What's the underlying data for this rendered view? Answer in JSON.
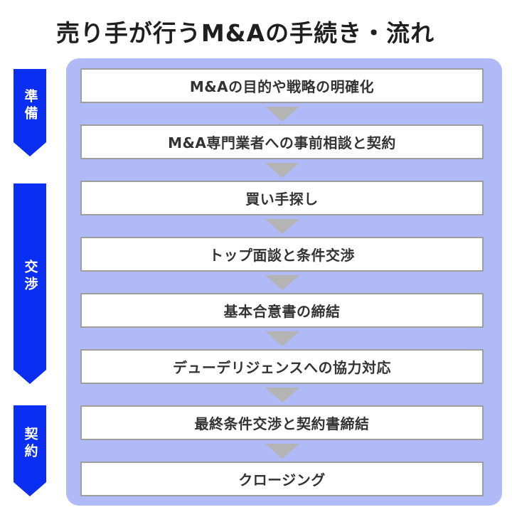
{
  "title": "売り手が行うM&Aの手続き・流れ",
  "phases": [
    {
      "label": "準備"
    },
    {
      "label": "交渉"
    },
    {
      "label": "契約"
    }
  ],
  "steps": [
    {
      "label": "M&Aの目的や戦略の明確化"
    },
    {
      "label": "M&A専門業者への事前相談と契約"
    },
    {
      "label": "買い手探し"
    },
    {
      "label": "トップ面談と条件交渉"
    },
    {
      "label": "基本合意書の締結"
    },
    {
      "label": "デューデリジェンスへの協力対応"
    },
    {
      "label": "最終条件交渉と契約書締結"
    },
    {
      "label": "クロージング"
    }
  ],
  "colors": {
    "phase_arrow_blue": "#0b2ff2",
    "panel_background": "#afbaf7",
    "step_border_gray": "#9e9e9e",
    "flow_arrow_gray": "#b4b4b4",
    "title_text": "#1f1f1f",
    "step_text": "#333333"
  }
}
